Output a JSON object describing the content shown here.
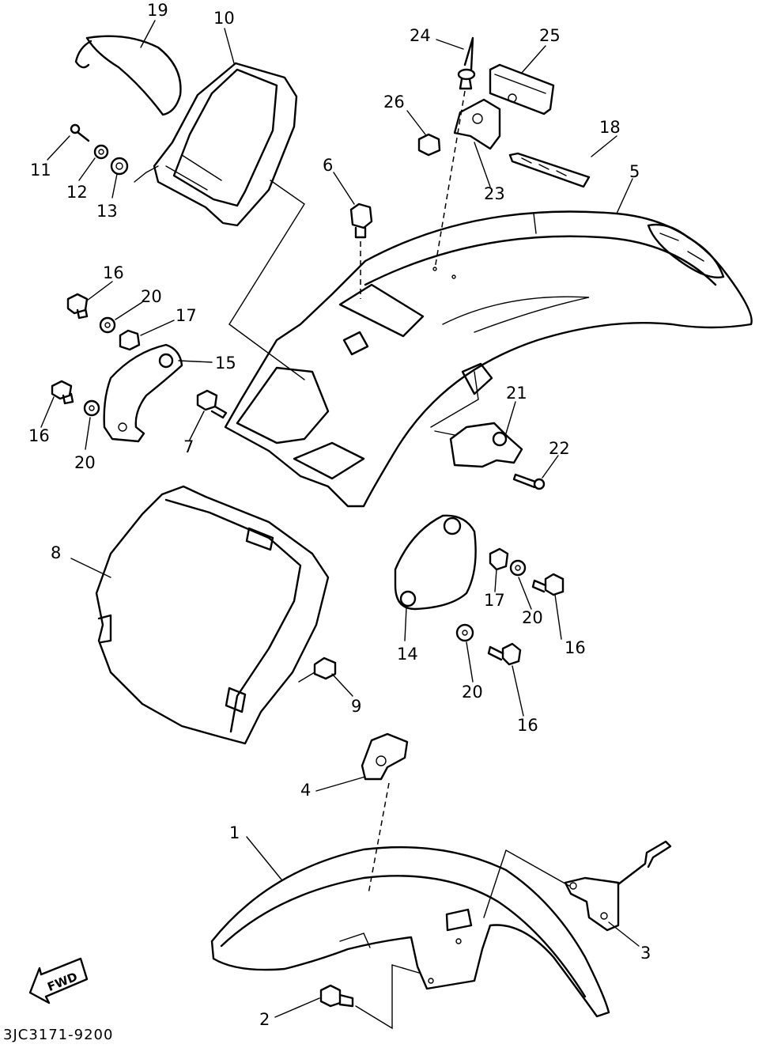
{
  "diagram_code": "3JC3171-9200",
  "fwd_label": "FWD",
  "callouts": [
    {
      "id": "c19",
      "text": "19"
    },
    {
      "id": "c10",
      "text": "10"
    },
    {
      "id": "c24",
      "text": "24"
    },
    {
      "id": "c25",
      "text": "25"
    },
    {
      "id": "c26",
      "text": "26"
    },
    {
      "id": "c18",
      "text": "18"
    },
    {
      "id": "c23",
      "text": "23"
    },
    {
      "id": "c5",
      "text": "5"
    },
    {
      "id": "c6",
      "text": "6"
    },
    {
      "id": "c11",
      "text": "11"
    },
    {
      "id": "c12",
      "text": "12"
    },
    {
      "id": "c13",
      "text": "13"
    },
    {
      "id": "c16a",
      "text": "16"
    },
    {
      "id": "c20a",
      "text": "20"
    },
    {
      "id": "c17a",
      "text": "17"
    },
    {
      "id": "c15",
      "text": "15"
    },
    {
      "id": "c16b",
      "text": "16"
    },
    {
      "id": "c20b",
      "text": "20"
    },
    {
      "id": "c7",
      "text": "7"
    },
    {
      "id": "c21",
      "text": "21"
    },
    {
      "id": "c22",
      "text": "22"
    },
    {
      "id": "c8",
      "text": "8"
    },
    {
      "id": "c17b",
      "text": "17"
    },
    {
      "id": "c20c",
      "text": "20"
    },
    {
      "id": "c16c",
      "text": "16"
    },
    {
      "id": "c14",
      "text": "14"
    },
    {
      "id": "c20d",
      "text": "20"
    },
    {
      "id": "c16d",
      "text": "16"
    },
    {
      "id": "c9",
      "text": "9"
    },
    {
      "id": "c4",
      "text": "4"
    },
    {
      "id": "c1",
      "text": "1"
    },
    {
      "id": "c3",
      "text": "3"
    },
    {
      "id": "c2",
      "text": "2"
    }
  ]
}
